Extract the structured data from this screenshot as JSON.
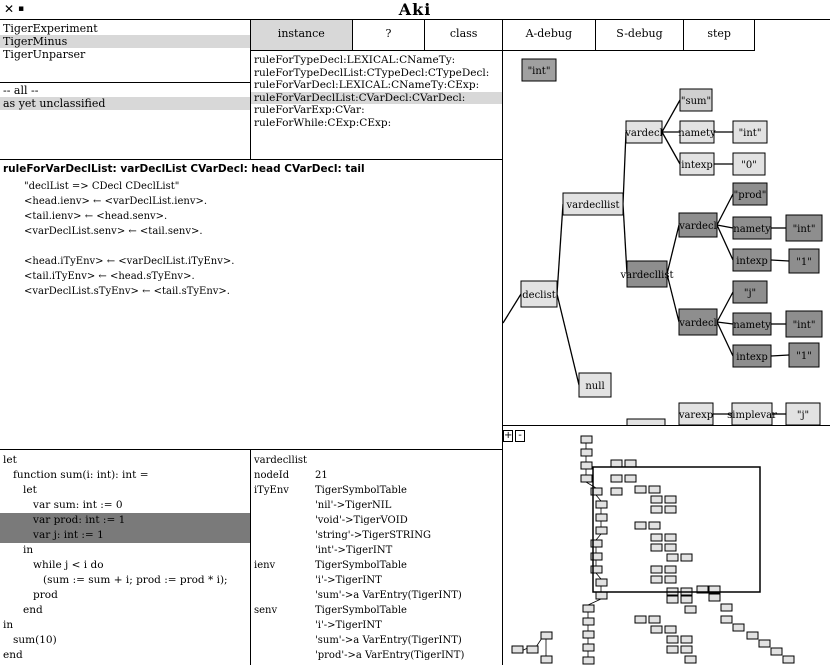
{
  "window": {
    "title": "Aki",
    "close_glyph": "✕",
    "menu_glyph": "▪"
  },
  "grammars": [
    {
      "label": "TigerExperiment",
      "selected": false
    },
    {
      "label": "TigerMinus",
      "selected": true
    },
    {
      "label": "TigerUnparser",
      "selected": false
    }
  ],
  "categories": [
    {
      "label": "-- all --",
      "selected": false
    },
    {
      "label": "as yet unclassified",
      "selected": true
    }
  ],
  "browser_tabs": [
    {
      "label": "instance",
      "active": true
    },
    {
      "label": "?",
      "active": false
    },
    {
      "label": "class",
      "active": false
    }
  ],
  "debug_buttons": [
    {
      "label": "A-debug"
    },
    {
      "label": "S-debug"
    },
    {
      "label": "step"
    }
  ],
  "rules": [
    {
      "label": "ruleForTypeDecl:LEXICAL:CNameTy:",
      "selected": false
    },
    {
      "label": "ruleForTypeDeclList:CTypeDecl:CTypeDecl:",
      "selected": false
    },
    {
      "label": "ruleForVarDecl:LEXICAL:CNameTy:CExp:",
      "selected": false
    },
    {
      "label": "ruleForVarDeclList:CVarDecl:CVarDecl:",
      "selected": true
    },
    {
      "label": "ruleForVarExp:CVar:",
      "selected": false
    },
    {
      "label": "ruleForWhile:CExp:CExp:",
      "selected": false
    }
  ],
  "rule_definition": {
    "heading": "ruleForVarDeclList: varDeclList CVarDecl: head CVarDecl: tail",
    "lines": [
      "\"declList => CDecl CDeclList\"",
      "<head.ienv> ← <varDeclList.ienv>.",
      "<tail.ienv> ← <head.senv>.",
      "<varDeclList.senv> ← <tail.senv>.",
      "",
      "<head.iTyEnv> ← <varDeclList.iTyEnv>.",
      "<tail.iTyEnv> ← <head.sTyEnv>.",
      "<varDeclList.sTyEnv> ← <tail.sTyEnv>."
    ]
  },
  "source_code": [
    {
      "text": "let",
      "highlight": false
    },
    {
      "text": "   function sum(i: int): int =",
      "highlight": false
    },
    {
      "text": "      let",
      "highlight": false
    },
    {
      "text": "         var sum: int := 0",
      "highlight": false
    },
    {
      "text": "         var prod: int := 1",
      "highlight": true
    },
    {
      "text": "         var j: int := 1",
      "highlight": true
    },
    {
      "text": "      in",
      "highlight": false
    },
    {
      "text": "         while j < i do",
      "highlight": false
    },
    {
      "text": "            (sum := sum + i; prod := prod * i);",
      "highlight": false
    },
    {
      "text": "         prod",
      "highlight": false
    },
    {
      "text": "      end",
      "highlight": false
    },
    {
      "text": "in",
      "highlight": false
    },
    {
      "text": "   sum(10)",
      "highlight": false
    },
    {
      "text": "end",
      "highlight": false
    }
  ],
  "attributes": [
    {
      "key": "vardecllist",
      "value": ""
    },
    {
      "key": "nodeId",
      "value": "21"
    },
    {
      "key": "iTyEnv",
      "value": "TigerSymbolTable"
    },
    {
      "key": "",
      "value": "'nil'->TigerNIL"
    },
    {
      "key": "",
      "value": "'void'->TigerVOID"
    },
    {
      "key": "",
      "value": "'string'->TigerSTRING"
    },
    {
      "key": "",
      "value": "'int'->TigerINT"
    },
    {
      "key": "ienv",
      "value": "TigerSymbolTable"
    },
    {
      "key": "",
      "value": "'i'->TigerINT"
    },
    {
      "key": "",
      "value": "'sum'->a VarEntry(TigerINT)"
    },
    {
      "key": "senv",
      "value": "TigerSymbolTable"
    },
    {
      "key": "",
      "value": "'i'->TigerINT"
    },
    {
      "key": "",
      "value": "'sum'->a VarEntry(TigerINT)"
    },
    {
      "key": "",
      "value": "'prod'->a VarEntry(TigerINT)"
    }
  ],
  "zoom_controls": {
    "plus": "+",
    "minus": "-"
  },
  "tree": {
    "nodes": [
      {
        "label": "\"int\"",
        "fill": "#a0a0a0"
      },
      {
        "label": "declist",
        "fill": "#e2e2e2"
      },
      {
        "label": "vardecllist",
        "fill": "#e2e2e2"
      },
      {
        "label": "null",
        "fill": "#e2e2e2"
      },
      {
        "label": "vardecl",
        "fill": "#e2e2e2"
      },
      {
        "label": "\"sum\"",
        "fill": "#cfcfcf"
      },
      {
        "label": "namety",
        "fill": "#e2e2e2"
      },
      {
        "label": "\"int\"",
        "fill": "#e2e2e2"
      },
      {
        "label": "intexp",
        "fill": "#e2e2e2"
      },
      {
        "label": "\"0\"",
        "fill": "#e2e2e2"
      },
      {
        "label": "vardecllist",
        "fill": "#8e8e8e"
      },
      {
        "label": "vardecl",
        "fill": "#8e8e8e"
      },
      {
        "label": "\"prod\"",
        "fill": "#8e8e8e"
      },
      {
        "label": "namety",
        "fill": "#8e8e8e"
      },
      {
        "label": "\"int\"",
        "fill": "#8e8e8e"
      },
      {
        "label": "intexp",
        "fill": "#8e8e8e"
      },
      {
        "label": "\"1\"",
        "fill": "#8e8e8e"
      },
      {
        "label": "vardecl",
        "fill": "#8e8e8e"
      },
      {
        "label": "\"j\"",
        "fill": "#8e8e8e"
      },
      {
        "label": "namety",
        "fill": "#8e8e8e"
      },
      {
        "label": "\"int\"",
        "fill": "#8e8e8e"
      },
      {
        "label": "intexp",
        "fill": "#8e8e8e"
      },
      {
        "label": "\"1\"",
        "fill": "#8e8e8e"
      },
      {
        "label": "varexp",
        "fill": "#e2e2e2"
      },
      {
        "label": "simplevar",
        "fill": "#e2e2e2"
      },
      {
        "label": "\"j\"",
        "fill": "#e2e2e2"
      },
      {
        "label": "",
        "fill": "#e2e2e2"
      }
    ]
  }
}
